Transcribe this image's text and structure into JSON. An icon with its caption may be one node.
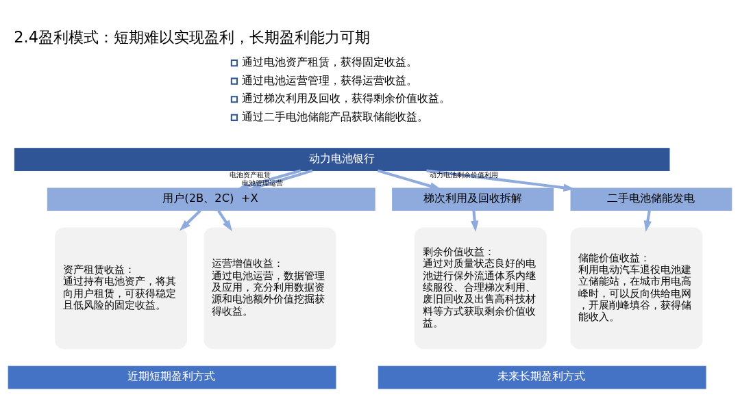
{
  "diagram": {
    "title": "2.4盈利模式：短期难以实现盈利，长期盈利能力可期",
    "nodes": [
      {
        "text": [
          "动力电池银行"
        ]
      },
      {
        "text": [
          "用户(2B、2C)  +X"
        ]
      },
      {
        "text": [
          "梯次利用及回收拆解"
        ]
      },
      {
        "text": [
          "二手电池储能发电"
        ]
      },
      {
        "text": [
          "资产租赁收益：",
          "通过持有电池资产，将其向用户租赁，可获得稳定且低风险的固定收益。"
        ]
      },
      {
        "text": [
          "运营增值收益：",
          "通过电池运营，数据管理及应用，充分利用数据资源和电池额外价值挖掘获得收益。"
        ]
      },
      {
        "text": [
          "剩余价值收益：",
          "通过对质量状态良好的电池进行保外流通体系内继续服役、合理梯次利用、废旧回收及出售高科技材料等方式获取剩余价值收益。"
        ]
      },
      {
        "text": [
          "储能价值收益：",
          "利用电动汽车退役电池建立储能站，在城市用电高峰时，可以反向供给电网，开展削峰填谷，获得储能收入。"
        ]
      },
      {
        "text": [
          "近期短期盈利方式"
        ]
      },
      {
        "text": [
          "未来长期盈利方式"
        ]
      }
    ],
    "edges": [
      {
        "from": 0,
        "to": 1,
        "arrow": "to",
        "label": "电池资产租赁"
      },
      {
        "from": 0,
        "to": 1,
        "arrow": "to",
        "label": "电池管理运营"
      },
      {
        "from": 0,
        "to": 2,
        "arrow": "to"
      },
      {
        "from": 0,
        "to": 3,
        "arrow": "to",
        "label": "动力电池剩余价值利用"
      },
      {
        "from": 1,
        "to": 4,
        "arrow": "to"
      },
      {
        "from": 1,
        "to": 5,
        "arrow": "to"
      },
      {
        "from": 2,
        "to": 6,
        "arrow": "to"
      },
      {
        "from": 3,
        "to": 7,
        "arrow": "to"
      }
    ],
    "labels": [
      "通过电池资产租赁，获得固定收益。",
      "通过电池运营管理，获得运营收益。",
      "通过梯次利用及回收，获得剩余价值收益。",
      "通过二手电池储能产品获取储能收益。"
    ]
  }
}
